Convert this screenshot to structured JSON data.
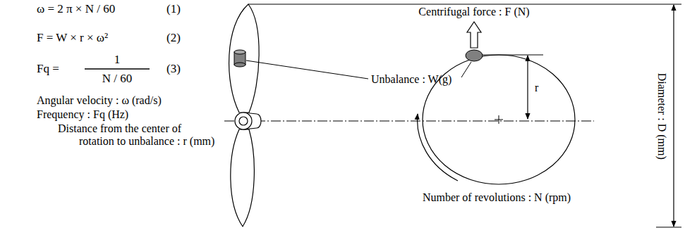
{
  "diagram": {
    "labels": [
      "ω = 2 π × N / 60",
      "(1)",
      "F = W × r × ω²",
      "(2)",
      "Fq =",
      "1",
      "N / 60",
      "(3)",
      "Angular velocity  : ω (rad/s)",
      "Frequency : Fq (Hz)",
      "Distance from the center of rotation to unbalance : r (mm)",
      "Centrifugal force : F (N)",
      "Unbalance : W(g)",
      "r",
      "Diameter : D (mm)",
      "Number of revolutions : N (rpm)"
    ]
  }
}
